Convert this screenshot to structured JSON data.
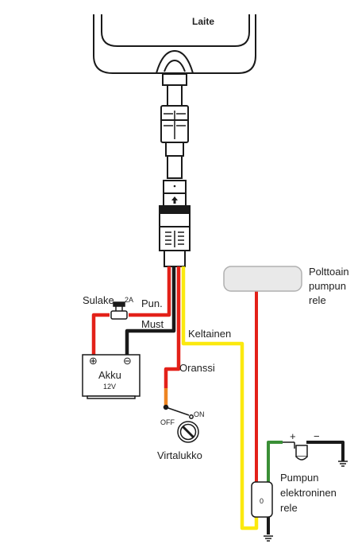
{
  "colors": {
    "red": "#e32119",
    "black": "#1a1a1a",
    "yellow": "#fbe90f",
    "orange": "#ee8421",
    "green": "#3a8f36",
    "outline": "#1a1a1a",
    "relay_fill": "#e9e9e9",
    "relay_stroke": "#b0b0b0"
  },
  "labels": {
    "device": "Laite",
    "fuse": "Sulake",
    "fuse_rating": "2A",
    "red_wire": "Pun.",
    "black_wire": "Must",
    "yellow_wire": "Keltainen",
    "orange_wire": "Oranssi",
    "battery": "Akku",
    "battery_voltage": "12V",
    "battery_plus": "⊕",
    "battery_minus": "⊖",
    "switch_off": "OFF",
    "switch_on": "ON",
    "ignition": "Virtalukko",
    "fuel_relay_line1": "Polttoain",
    "fuel_relay_line2": "pumpun",
    "fuel_relay_line3": "rele",
    "pump_relay_line1": "Pumpun",
    "pump_relay_line2": "elektroninen",
    "pump_relay_line3": "rele",
    "relay_mark": "0",
    "coil_plus": "+",
    "coil_minus": "−"
  },
  "icons": {
    "ground": "ground-icon",
    "up_arrow": "up-arrow-icon",
    "fuse": "fuse-icon",
    "key": "key-icon"
  }
}
